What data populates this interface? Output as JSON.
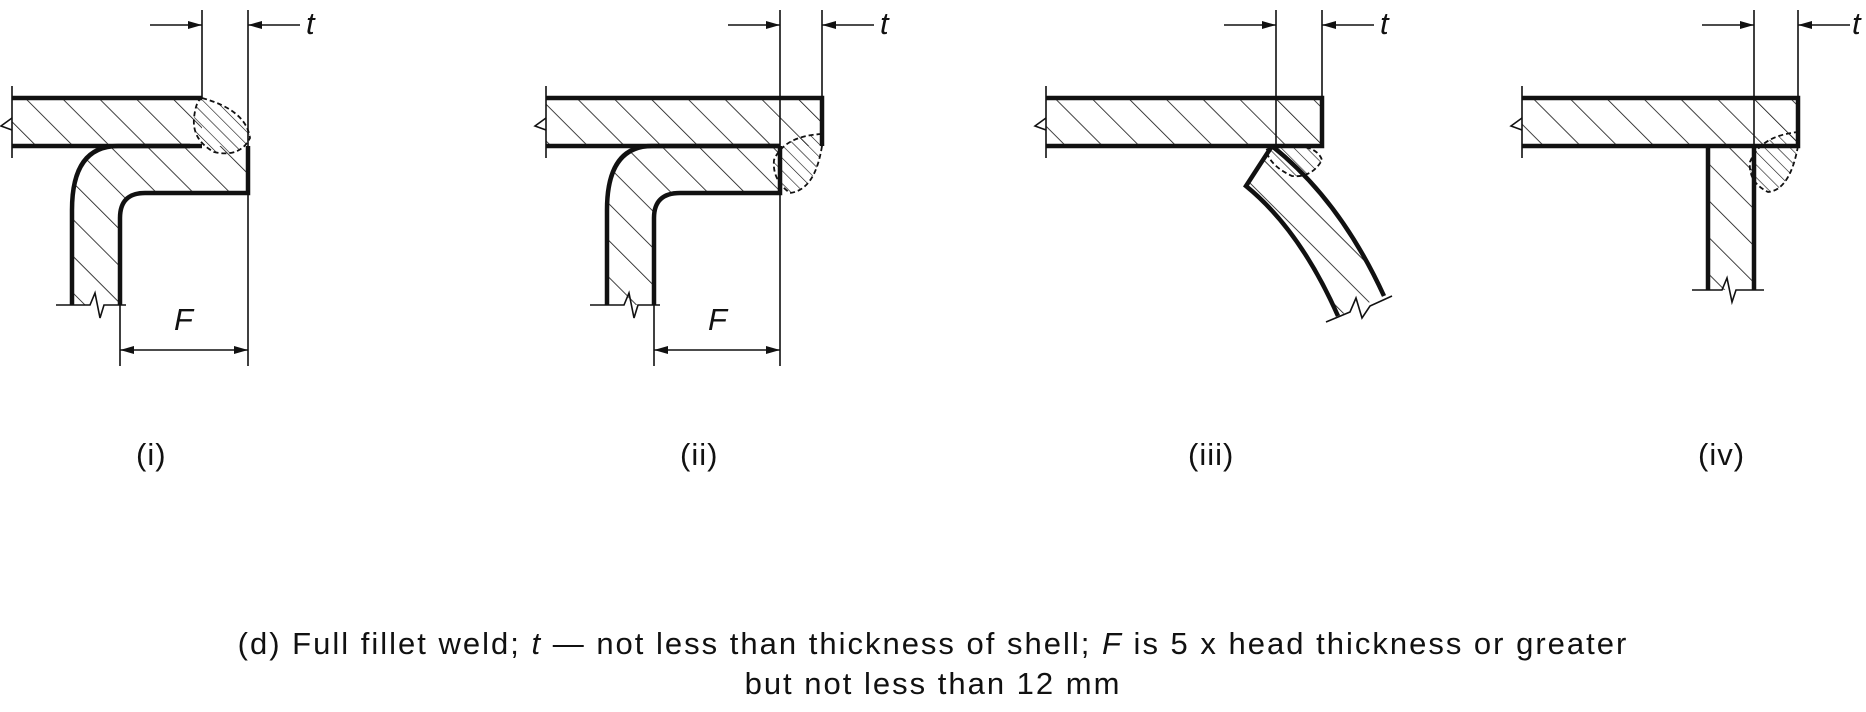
{
  "figure": {
    "dimension_labels": {
      "t": "t",
      "F": "F"
    },
    "panels": [
      {
        "label": "(i)"
      },
      {
        "label": "(ii)"
      },
      {
        "label": "(iii)"
      },
      {
        "label": "(iv)"
      }
    ]
  },
  "caption": {
    "prefix": "(d) Full fillet weld; ",
    "t_symbol": "t",
    "middle": " — not less than thickness of shell; ",
    "F_symbol": "F",
    "suffix": " is 5 x head thickness or greater",
    "line2": "but not less than 12 mm"
  }
}
